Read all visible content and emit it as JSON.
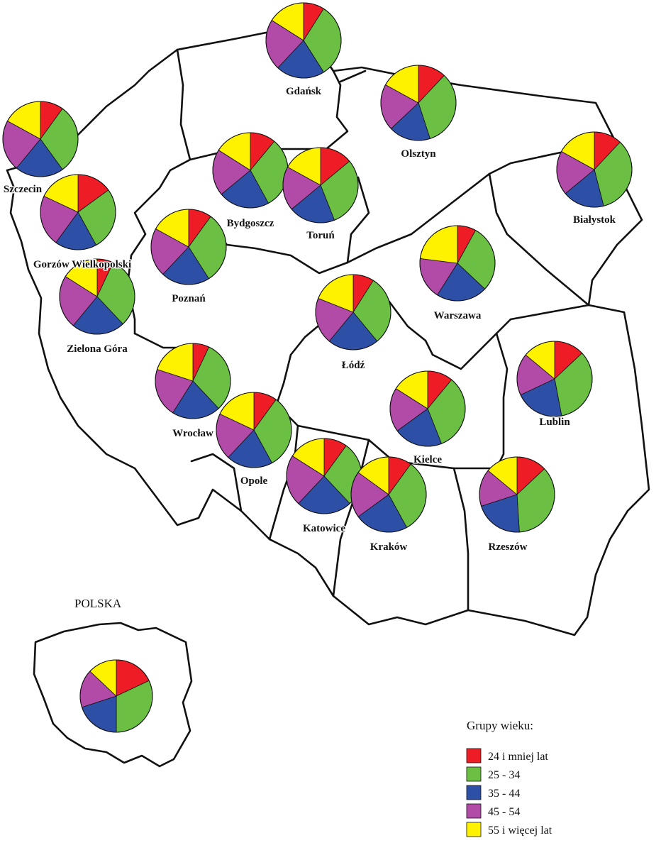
{
  "inset_title": "POLSKA",
  "legend": {
    "title": "Grupy wieku:",
    "items": [
      {
        "label": "24 i mniej lat",
        "color": "#ee1c25"
      },
      {
        "label": "25 - 34",
        "color": "#6bbf43"
      },
      {
        "label": "35 - 44",
        "color": "#2e4fa6"
      },
      {
        "label": "45 - 54",
        "color": "#b24aa7"
      },
      {
        "label": "55 i więcej lat",
        "color": "#fff200"
      }
    ]
  },
  "chart_data": {
    "type": "pie",
    "categories": [
      "24 i mniej lat",
      "25 - 34",
      "35 - 44",
      "45 - 54",
      "55 i więcej lat"
    ],
    "colors": [
      "#ee1c25",
      "#6bbf43",
      "#2e4fa6",
      "#b24aa7",
      "#fff200"
    ],
    "regions": [
      {
        "name": "Gdańsk",
        "values": [
          9,
          32,
          21,
          22,
          16
        ]
      },
      {
        "name": "Olsztyn",
        "values": [
          12,
          33,
          18,
          20,
          17
        ]
      },
      {
        "name": "Szczecin",
        "values": [
          10,
          30,
          21,
          22,
          17
        ]
      },
      {
        "name": "Bydgoszcz",
        "values": [
          11,
          31,
          22,
          20,
          16
        ]
      },
      {
        "name": "Toruń",
        "values": [
          14,
          30,
          20,
          19,
          17
        ]
      },
      {
        "name": "Białystok",
        "values": [
          12,
          34,
          18,
          19,
          17
        ]
      },
      {
        "name": "Gorzów Wielkopolski",
        "values": [
          15,
          27,
          18,
          22,
          18
        ]
      },
      {
        "name": "Poznań",
        "values": [
          10,
          31,
          21,
          21,
          17
        ]
      },
      {
        "name": "Warszawa",
        "values": [
          8,
          29,
          22,
          18,
          23
        ]
      },
      {
        "name": "Zielona Góra",
        "values": [
          7,
          31,
          23,
          23,
          16
        ]
      },
      {
        "name": "Łódź",
        "values": [
          9,
          30,
          22,
          20,
          19
        ]
      },
      {
        "name": "Wrocław",
        "values": [
          7,
          31,
          21,
          21,
          20
        ]
      },
      {
        "name": "Lublin",
        "values": [
          13,
          34,
          21,
          18,
          14
        ]
      },
      {
        "name": "Kielce",
        "values": [
          11,
          33,
          21,
          19,
          16
        ]
      },
      {
        "name": "Opole",
        "values": [
          10,
          32,
          20,
          20,
          18
        ]
      },
      {
        "name": "Katowice",
        "values": [
          10,
          28,
          24,
          22,
          16
        ]
      },
      {
        "name": "Kraków",
        "values": [
          10,
          32,
          23,
          20,
          15
        ]
      },
      {
        "name": "Rzeszów",
        "values": [
          13,
          36,
          21,
          16,
          14
        ]
      },
      {
        "name": "POLSKA",
        "values": [
          18,
          32,
          20,
          17,
          13
        ]
      }
    ]
  }
}
